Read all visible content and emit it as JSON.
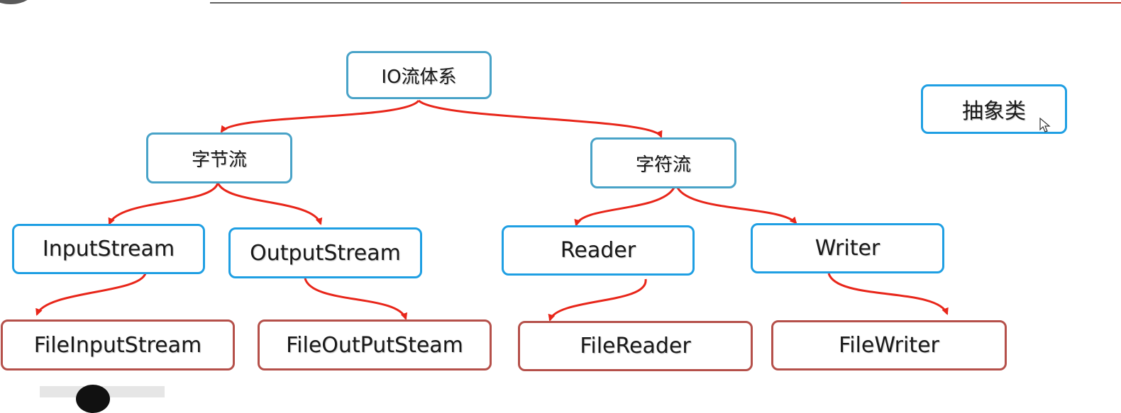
{
  "diagram": {
    "root": "IO流体系",
    "legend": "抽象类",
    "categories": {
      "byte": "字节流",
      "char": "字符流"
    },
    "abstract_classes": {
      "input_stream": "InputStream",
      "output_stream": "OutputStream",
      "reader": "Reader",
      "writer": "Writer"
    },
    "implementations": {
      "file_input_stream": "FileInputStream",
      "file_output_stream": "FileOutPutSteam",
      "file_reader": "FileReader",
      "file_writer": "FileWriter"
    }
  },
  "colors": {
    "arrow": "#e8261a",
    "abstract_border": "#1f9fe3",
    "category_border": "#49a3c8",
    "impl_border": "#b5504a"
  }
}
